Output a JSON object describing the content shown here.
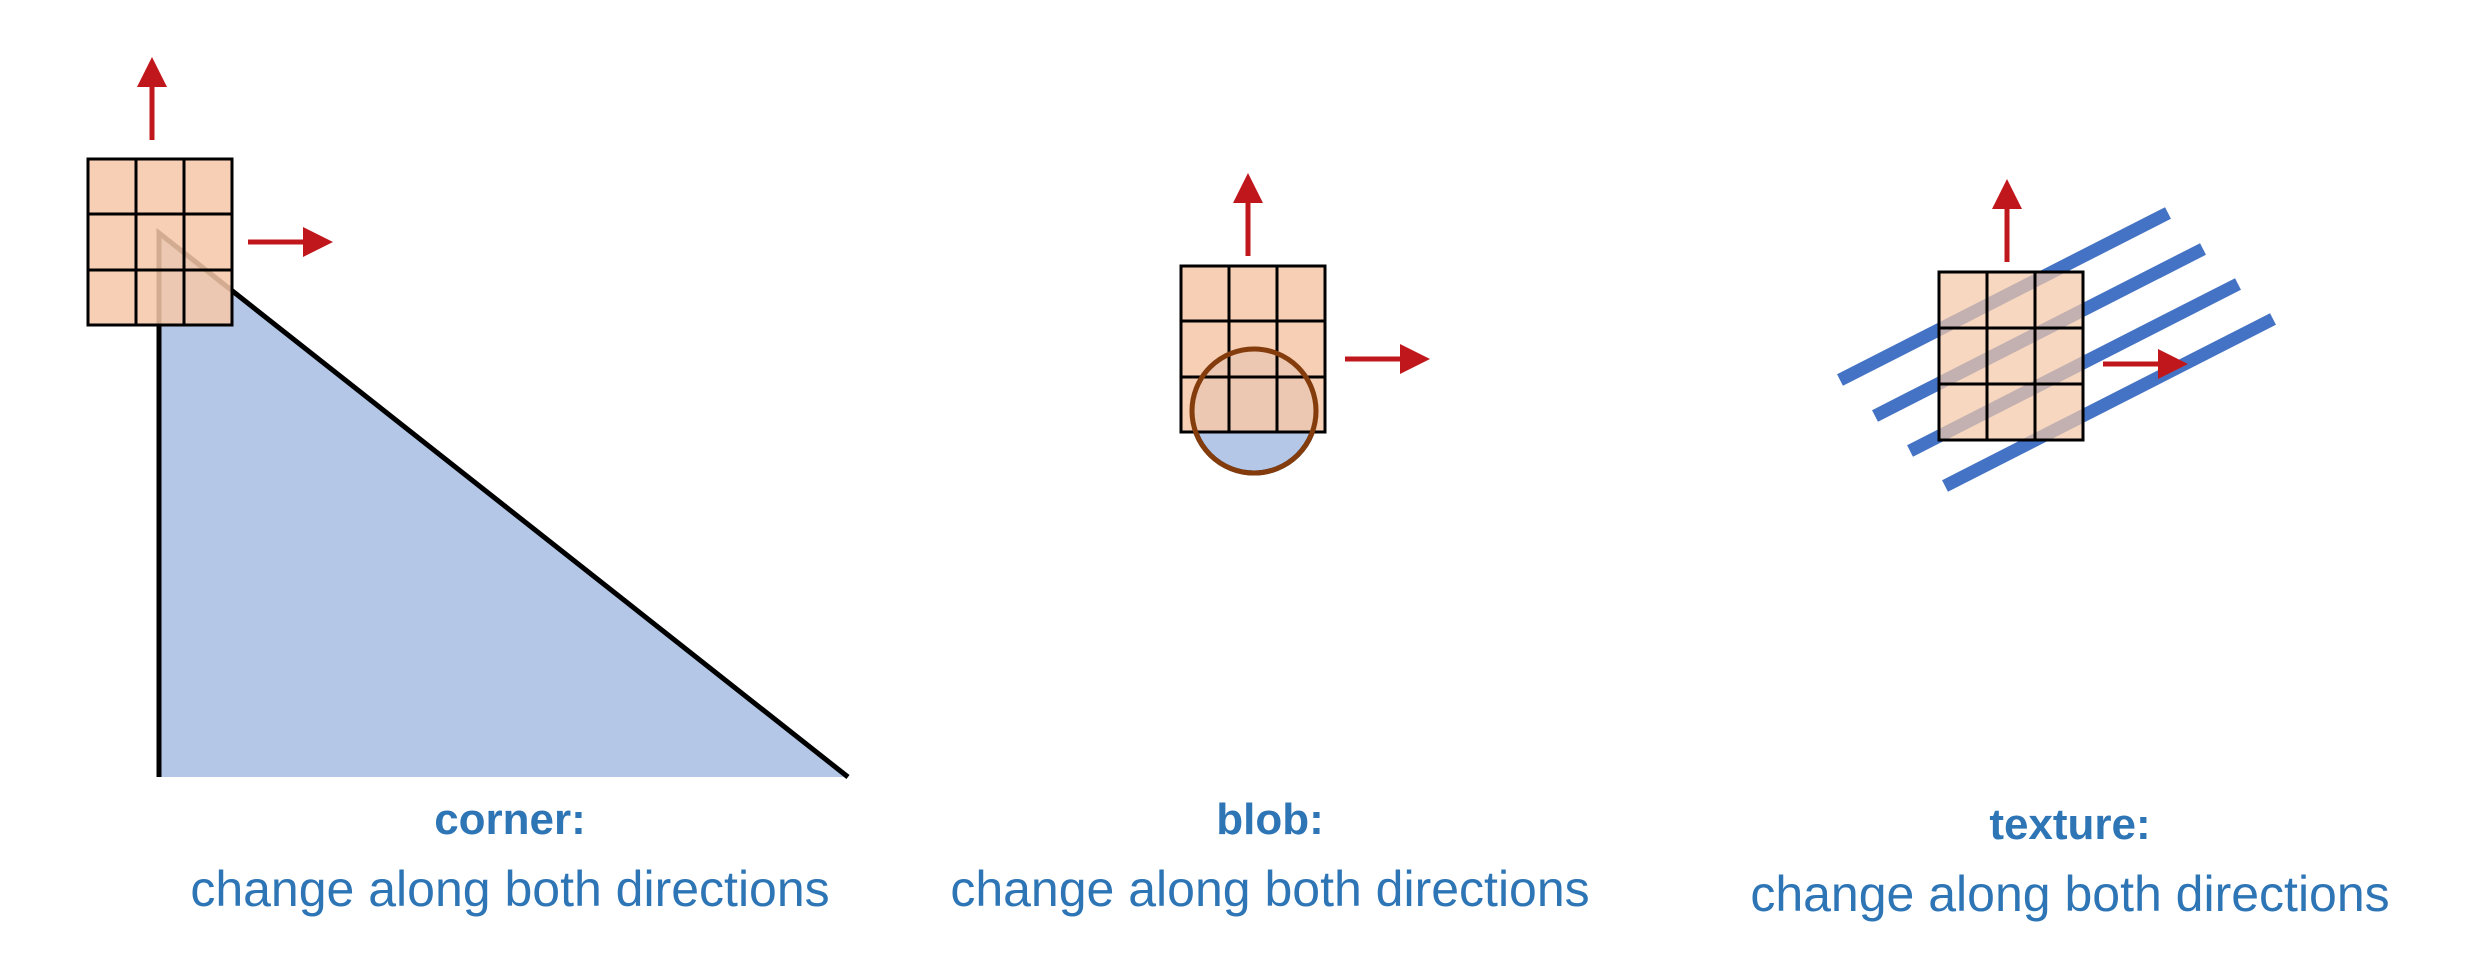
{
  "colors": {
    "window_fill": "#f4c7a8",
    "shape_fill": "#b4c7e7",
    "texture_line": "#4472c4",
    "arrow": "#c0171c",
    "outline": "#000000",
    "blob_outline": "#843c0c",
    "text": "#2e75b6"
  },
  "panels": [
    {
      "id": "corner",
      "title": "corner:",
      "description": "change along both directions"
    },
    {
      "id": "blob",
      "title": "blob:",
      "description": "change along both directions"
    },
    {
      "id": "texture",
      "title": "texture:",
      "description": "change along both directions"
    }
  ]
}
